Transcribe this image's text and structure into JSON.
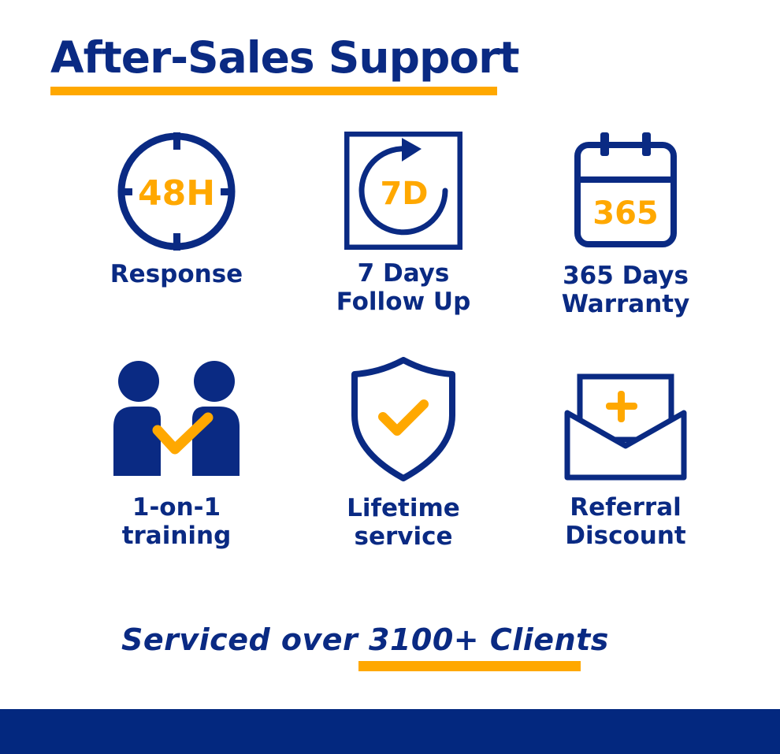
{
  "header": {
    "title": "After-Sales Support"
  },
  "features": [
    {
      "icon_text": "48H",
      "label_lines": [
        "Response"
      ]
    },
    {
      "icon_text": "7D",
      "label_lines": [
        "7 Days",
        "Follow Up"
      ]
    },
    {
      "icon_text": "365",
      "label_lines": [
        "365 Days",
        "Warranty"
      ]
    },
    {
      "icon_text": "",
      "label_lines": [
        "1-on-1",
        "training"
      ]
    },
    {
      "icon_text": "",
      "label_lines": [
        "Lifetime",
        "service"
      ]
    },
    {
      "icon_text": "+",
      "label_lines": [
        "Referral",
        "Discount"
      ]
    }
  ],
  "footer": {
    "prefix": "Serviced over ",
    "highlight": "3100+ Clients"
  },
  "colors": {
    "navy": "#0a2a83",
    "orange": "#ffa800",
    "bar": "#03287f"
  }
}
